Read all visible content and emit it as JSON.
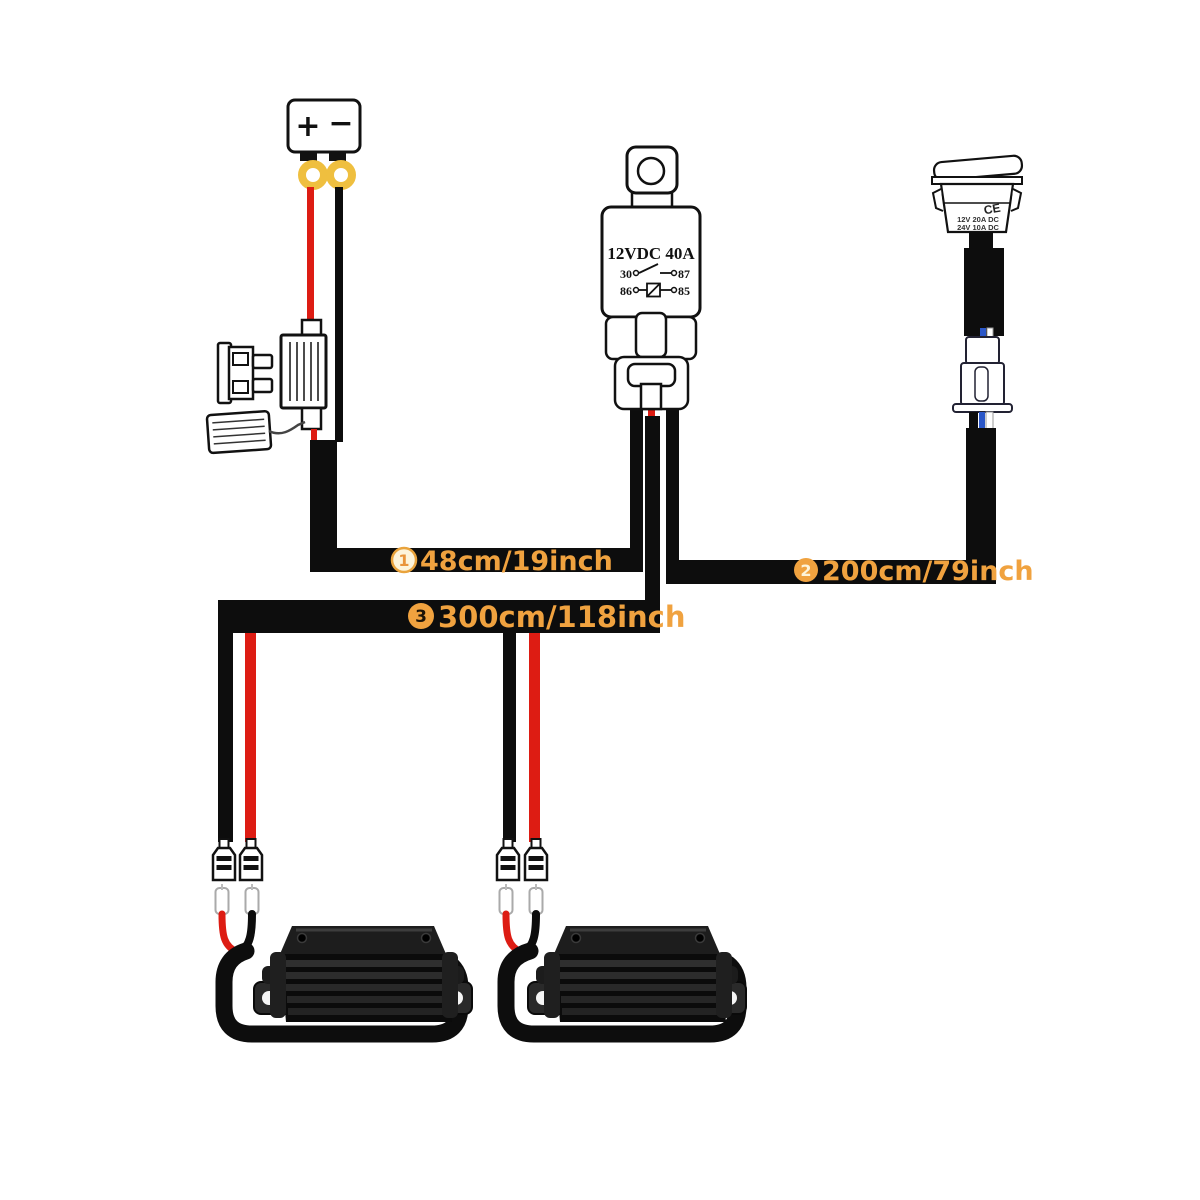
{
  "battery": {
    "plus": "+",
    "minus": "−"
  },
  "relay": {
    "title": "12VDC 40A",
    "pins": {
      "p30": "30",
      "p87": "87",
      "p86": "86",
      "p85": "85"
    }
  },
  "rocker_switch": {
    "ce_mark": "CE",
    "spec_line1": "12V 20A DC",
    "spec_line2": "24V 10A DC"
  },
  "labels": [
    {
      "num": "1",
      "text": "48cm/19inch"
    },
    {
      "num": "2",
      "text": "200cm/79inch"
    },
    {
      "num": "3",
      "text": "300cm/118inch"
    }
  ],
  "colors": {
    "wire_red": "#dd1c13",
    "wire_black": "#0d0d0d",
    "terminal_gold": "#efbf3f",
    "label_orange": "#f0a23f",
    "badge_cream": "#fdf4da"
  }
}
